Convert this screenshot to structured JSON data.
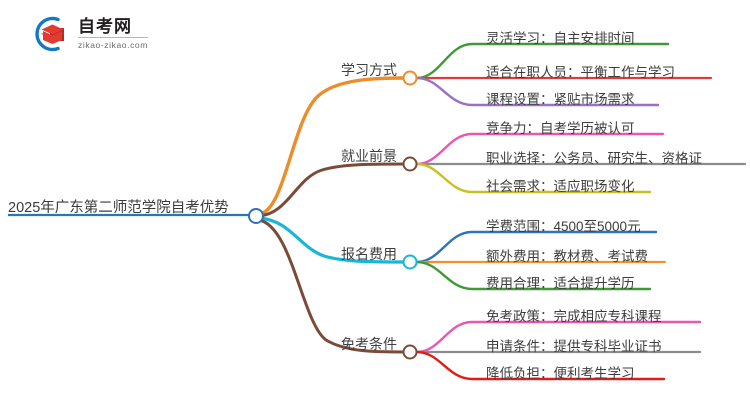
{
  "logo": {
    "title": "自考网",
    "domain": "zikao-zikao.com",
    "mark_icon": "graduation-cap-icon",
    "arc_color": "#1279c4",
    "cap_color": "#e23b32",
    "cap_dark_color": "#b52a22"
  },
  "mindmap": {
    "root": {
      "label": "2025年广东第二师范学院自考优势",
      "color": "#2e74b5"
    },
    "branches": [
      {
        "label": "学习方式",
        "color": "#ed8c2b",
        "leaves": [
          {
            "label": "灵活学习：自主安排时间",
            "color": "#3f9a35"
          },
          {
            "label": "适合在职人员：平衡工作与学习",
            "color": "#e03a3a"
          },
          {
            "label": "课程设置：紧贴市场需求",
            "color": "#9b6fc6"
          }
        ]
      },
      {
        "label": "就业前景",
        "color": "#7b4b3a",
        "leaves": [
          {
            "label": "竞争力：自考学历被认可",
            "color": "#e857b0"
          },
          {
            "label": "职业选择：公务员、研究生、资格证",
            "color": "#8c8c8c"
          },
          {
            "label": "社会需求：适应职场变化",
            "color": "#c8c022"
          }
        ]
      },
      {
        "label": "报名费用",
        "color": "#19b6d8",
        "leaves": [
          {
            "label": "学费范围：4500至5000元",
            "color": "#2d74b8"
          },
          {
            "label": "额外费用：教材费、考试费",
            "color": "#f2902a"
          },
          {
            "label": "费用合理：适合提升学历",
            "color": "#3f9a35"
          }
        ]
      },
      {
        "label": "免考条件",
        "color": "#7b4b3a",
        "leaves": [
          {
            "label": "免考政策：完成相应专科课程",
            "color": "#e857b0"
          },
          {
            "label": "申请条件：提供专科毕业证书",
            "color": "#8c8c8c"
          },
          {
            "label": "降低负担：便利考生学习",
            "color": "#e81919"
          }
        ]
      }
    ]
  }
}
